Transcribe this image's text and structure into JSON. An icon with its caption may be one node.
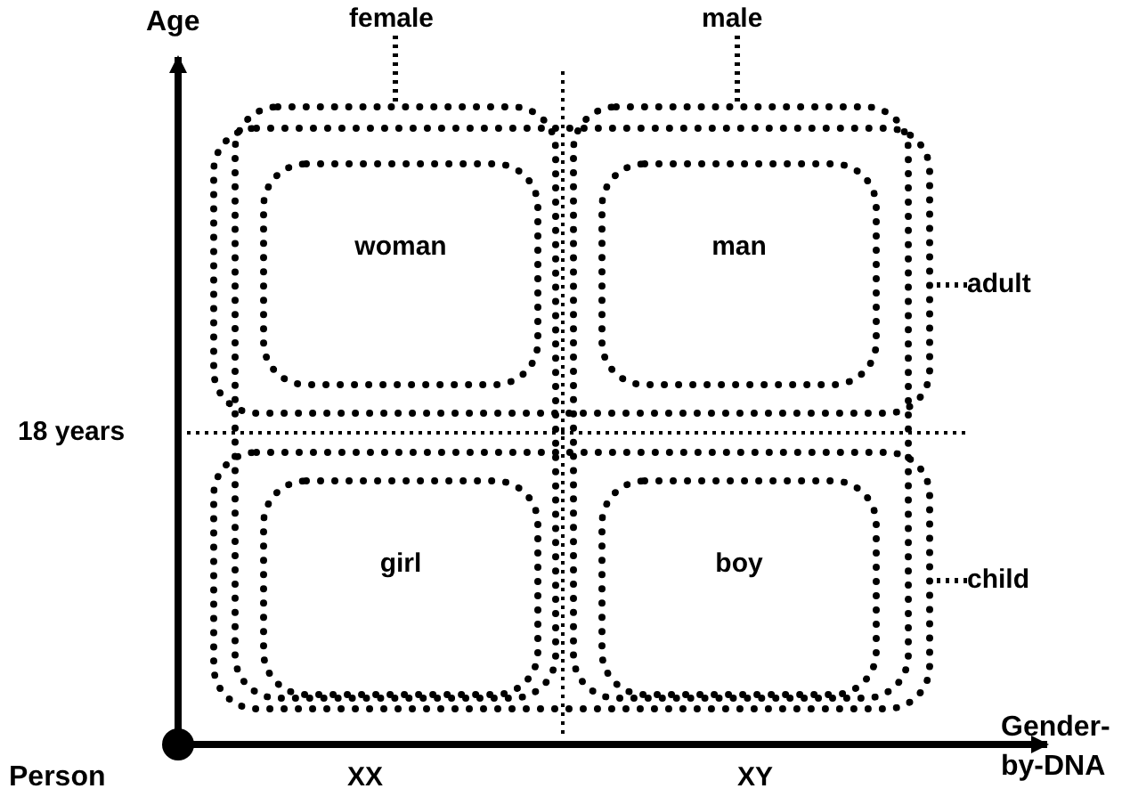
{
  "diagram": {
    "nodes": [
      {
        "text": [
          "female"
        ]
      },
      {
        "text": [
          "male"
        ]
      },
      {
        "text": [],
        "shape": "box"
      },
      {
        "text": [],
        "shape": "box"
      },
      {
        "text": [
          "adult"
        ]
      },
      {
        "text": [],
        "shape": "box"
      },
      {
        "text": [
          "woman"
        ]
      },
      {
        "text": [
          "man"
        ]
      },
      {
        "text": [
          "child"
        ]
      },
      {
        "text": [],
        "shape": "box"
      },
      {
        "text": [
          "girl"
        ]
      },
      {
        "text": [
          "boy"
        ]
      }
    ],
    "edges": [
      {
        "from": 0,
        "to": 2,
        "arrow": "none"
      },
      {
        "from": 1,
        "to": 3,
        "arrow": "none"
      },
      {
        "from": 4,
        "to": 5,
        "arrow": "none"
      },
      {
        "from": 8,
        "to": 9,
        "arrow": "none"
      }
    ],
    "labels": [
      "Age",
      "18 years",
      "Person",
      "XX",
      "XY",
      "Gender-by-DNA"
    ]
  }
}
